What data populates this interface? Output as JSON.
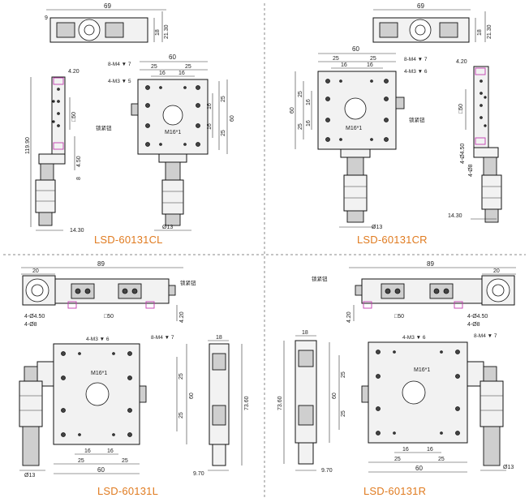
{
  "captions": {
    "cl": "LSD-60131CL",
    "cr": "LSD-60131CR",
    "l": "LSD-60131L",
    "r": "LSD-60131R"
  },
  "cl": {
    "top_width": "69",
    "top_offset": "9",
    "top_h1": "18",
    "top_h2": "21.30",
    "side_width": "4.20",
    "side_sq": "□50",
    "side_total": "119.90",
    "side_h1": "4.50",
    "side_h2": "8",
    "side_bottom": "14.30",
    "main_w": "60",
    "main_half1": "25",
    "main_half2": "25",
    "main_in1": "16",
    "main_in2": "16",
    "main_v1": "16",
    "main_v2": "25",
    "main_v3": "60",
    "main_v4": "25",
    "main_v5": "16",
    "holes_a": "8-M4 ▼ 7",
    "holes_b": "4-M3 ▼ 5",
    "center": "M16*1",
    "lock": "锁紧钮",
    "knob_dia": "Ø13"
  },
  "cr": {
    "top_width": "69",
    "top_h1": "18",
    "top_h2": "21.30",
    "main_w": "60",
    "main_half1": "25",
    "main_half2": "25",
    "main_in1": "16",
    "main_in2": "16",
    "main_v1": "60",
    "main_v2": "25",
    "main_v3": "16",
    "main_v4": "16",
    "main_v5": "25",
    "holes_a": "8-M4 ▼ 7",
    "holes_b": "4-M3 ▼ 6",
    "center": "M16*1",
    "lock": "锁紧钮",
    "knob_dia": "Ø13",
    "side_width": "4.20",
    "side_sq": "□50",
    "side_h1": "4-Ø8",
    "side_h2": "4-Ø4.50",
    "side_bottom": "14.30"
  },
  "l": {
    "top_w": "89",
    "top_left": "20",
    "lock": "锁紧钮",
    "hole1": "4-Ø4.50",
    "hole2": "4-Ø8",
    "sq": "□50",
    "h": "4.20",
    "holes_b": "4-M3 ▼ 6",
    "holes_a": "8-M4 ▼ 7",
    "center": "M16*1",
    "v1": "25",
    "v2": "60",
    "v3": "25",
    "in1": "16",
    "in2": "16",
    "b1": "25",
    "b2": "25",
    "bw": "60",
    "knob_dia": "Ø13",
    "side_w": "18",
    "side_h": "73.60",
    "side_b": "9.70"
  },
  "r": {
    "top_w": "89",
    "top_right": "20",
    "lock": "锁紧钮",
    "hole1": "4-Ø4.50",
    "hole2": "4-Ø8",
    "sq": "□50",
    "h": "4.20",
    "holes_b": "4-M3 ▼ 6",
    "holes_a": "8-M4 ▼ 7",
    "center": "M16*1",
    "v1": "25",
    "v2": "60",
    "v3": "25",
    "in1": "16",
    "in2": "16",
    "b1": "25",
    "b2": "25",
    "bw": "60",
    "knob_dia": "Ø13",
    "side_w": "18",
    "side_h": "73.60",
    "side_b": "9.70"
  }
}
